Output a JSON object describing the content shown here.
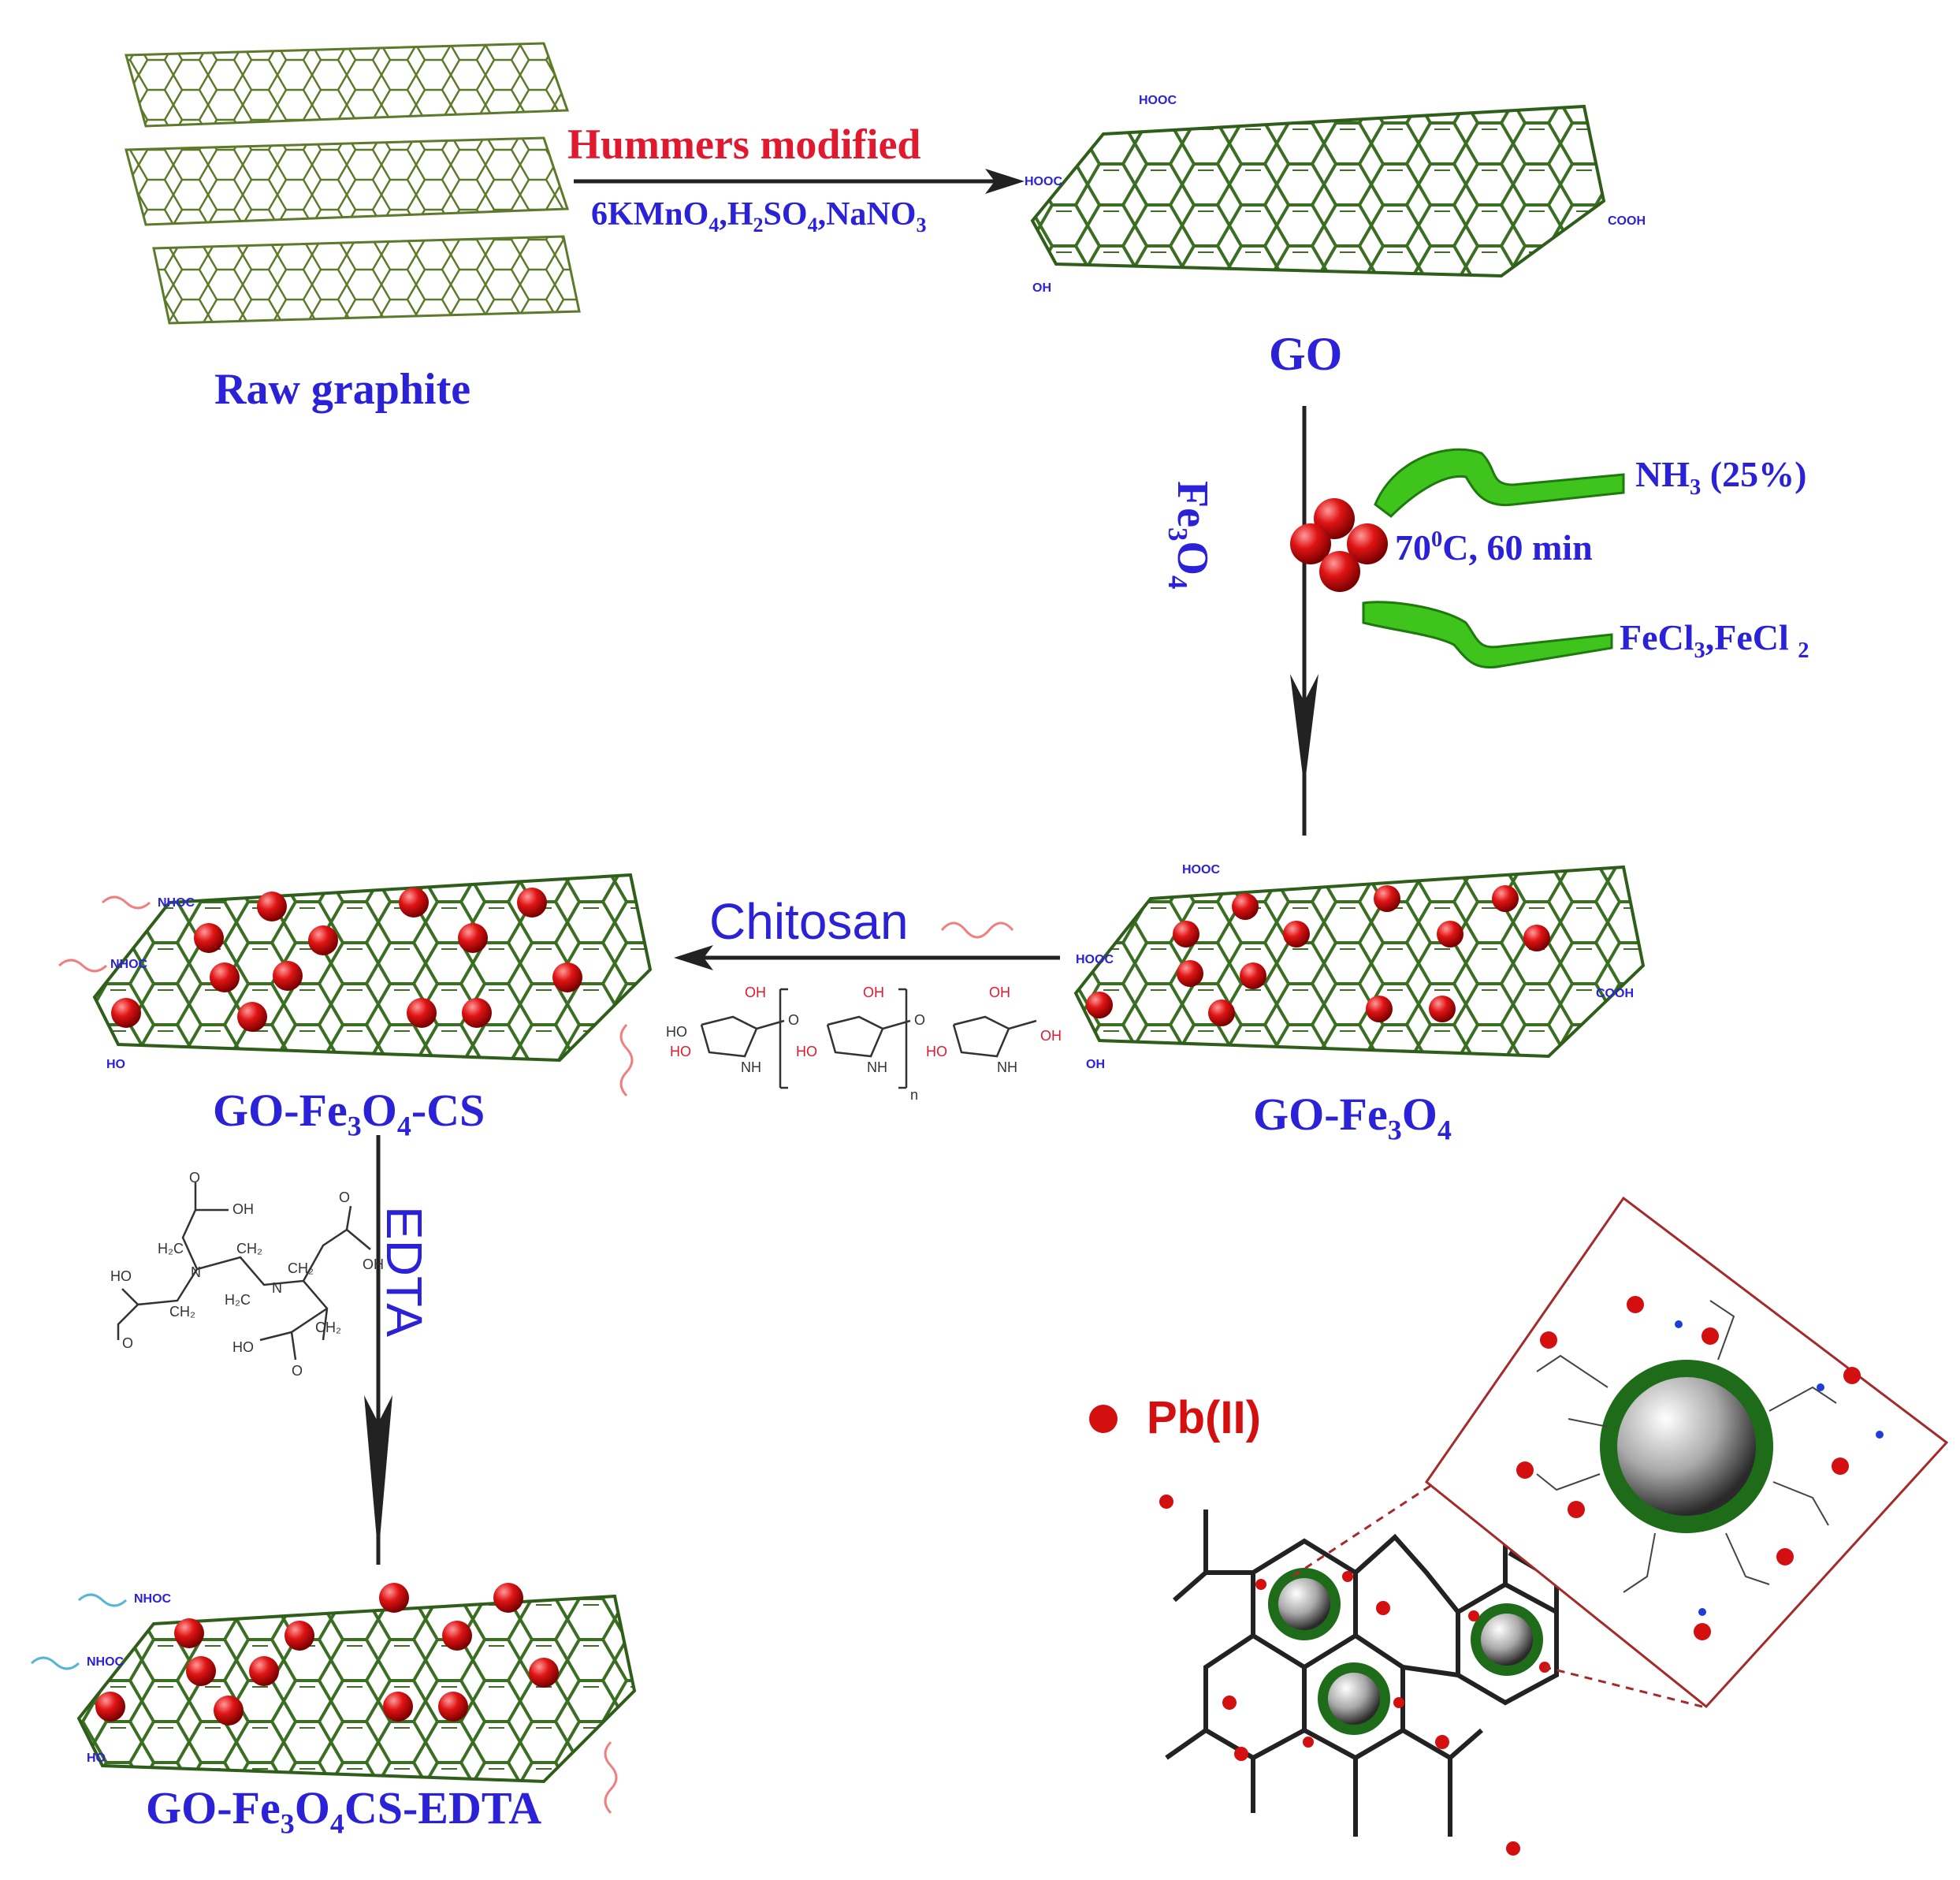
{
  "labels": {
    "raw_graphite": "Raw graphite",
    "go": "GO",
    "go_fe3o4": [
      "GO-Fe",
      "3",
      "O",
      "4"
    ],
    "go_fe3o4_cs": [
      "GO-Fe",
      "3",
      "O",
      "4",
      "-CS"
    ],
    "go_fe3o4_cs_edta": [
      "GO-Fe",
      "3",
      "O",
      "4",
      "CS-EDTA"
    ],
    "pb_legend": "Pb(II)"
  },
  "steps": {
    "hummers": {
      "title": "Hummers modified",
      "reagents": [
        "6KMnO",
        "4",
        ",H",
        "2",
        "SO",
        "4",
        ",NaNO",
        "3"
      ]
    },
    "fe3o4": {
      "label": [
        "Fe",
        "3",
        "O",
        "4"
      ],
      "nh3": [
        "NH",
        "3",
        " (25%)"
      ],
      "conditions": [
        "70",
        "0",
        "C, 60 min"
      ],
      "fecl": [
        "FeCl",
        "3",
        ",FeCl ",
        "2"
      ]
    },
    "chitosan": {
      "title": "Chitosan"
    },
    "edta": {
      "title": "EDTA"
    }
  },
  "colors": {
    "label_blue": "#2b22d8",
    "hummers_red": "#e0192f",
    "sheet_green": "#2e5e1a",
    "particle_red": "#d40f0f",
    "ribbon_green": "#3ec41c",
    "box_border": "#a52a2a"
  }
}
